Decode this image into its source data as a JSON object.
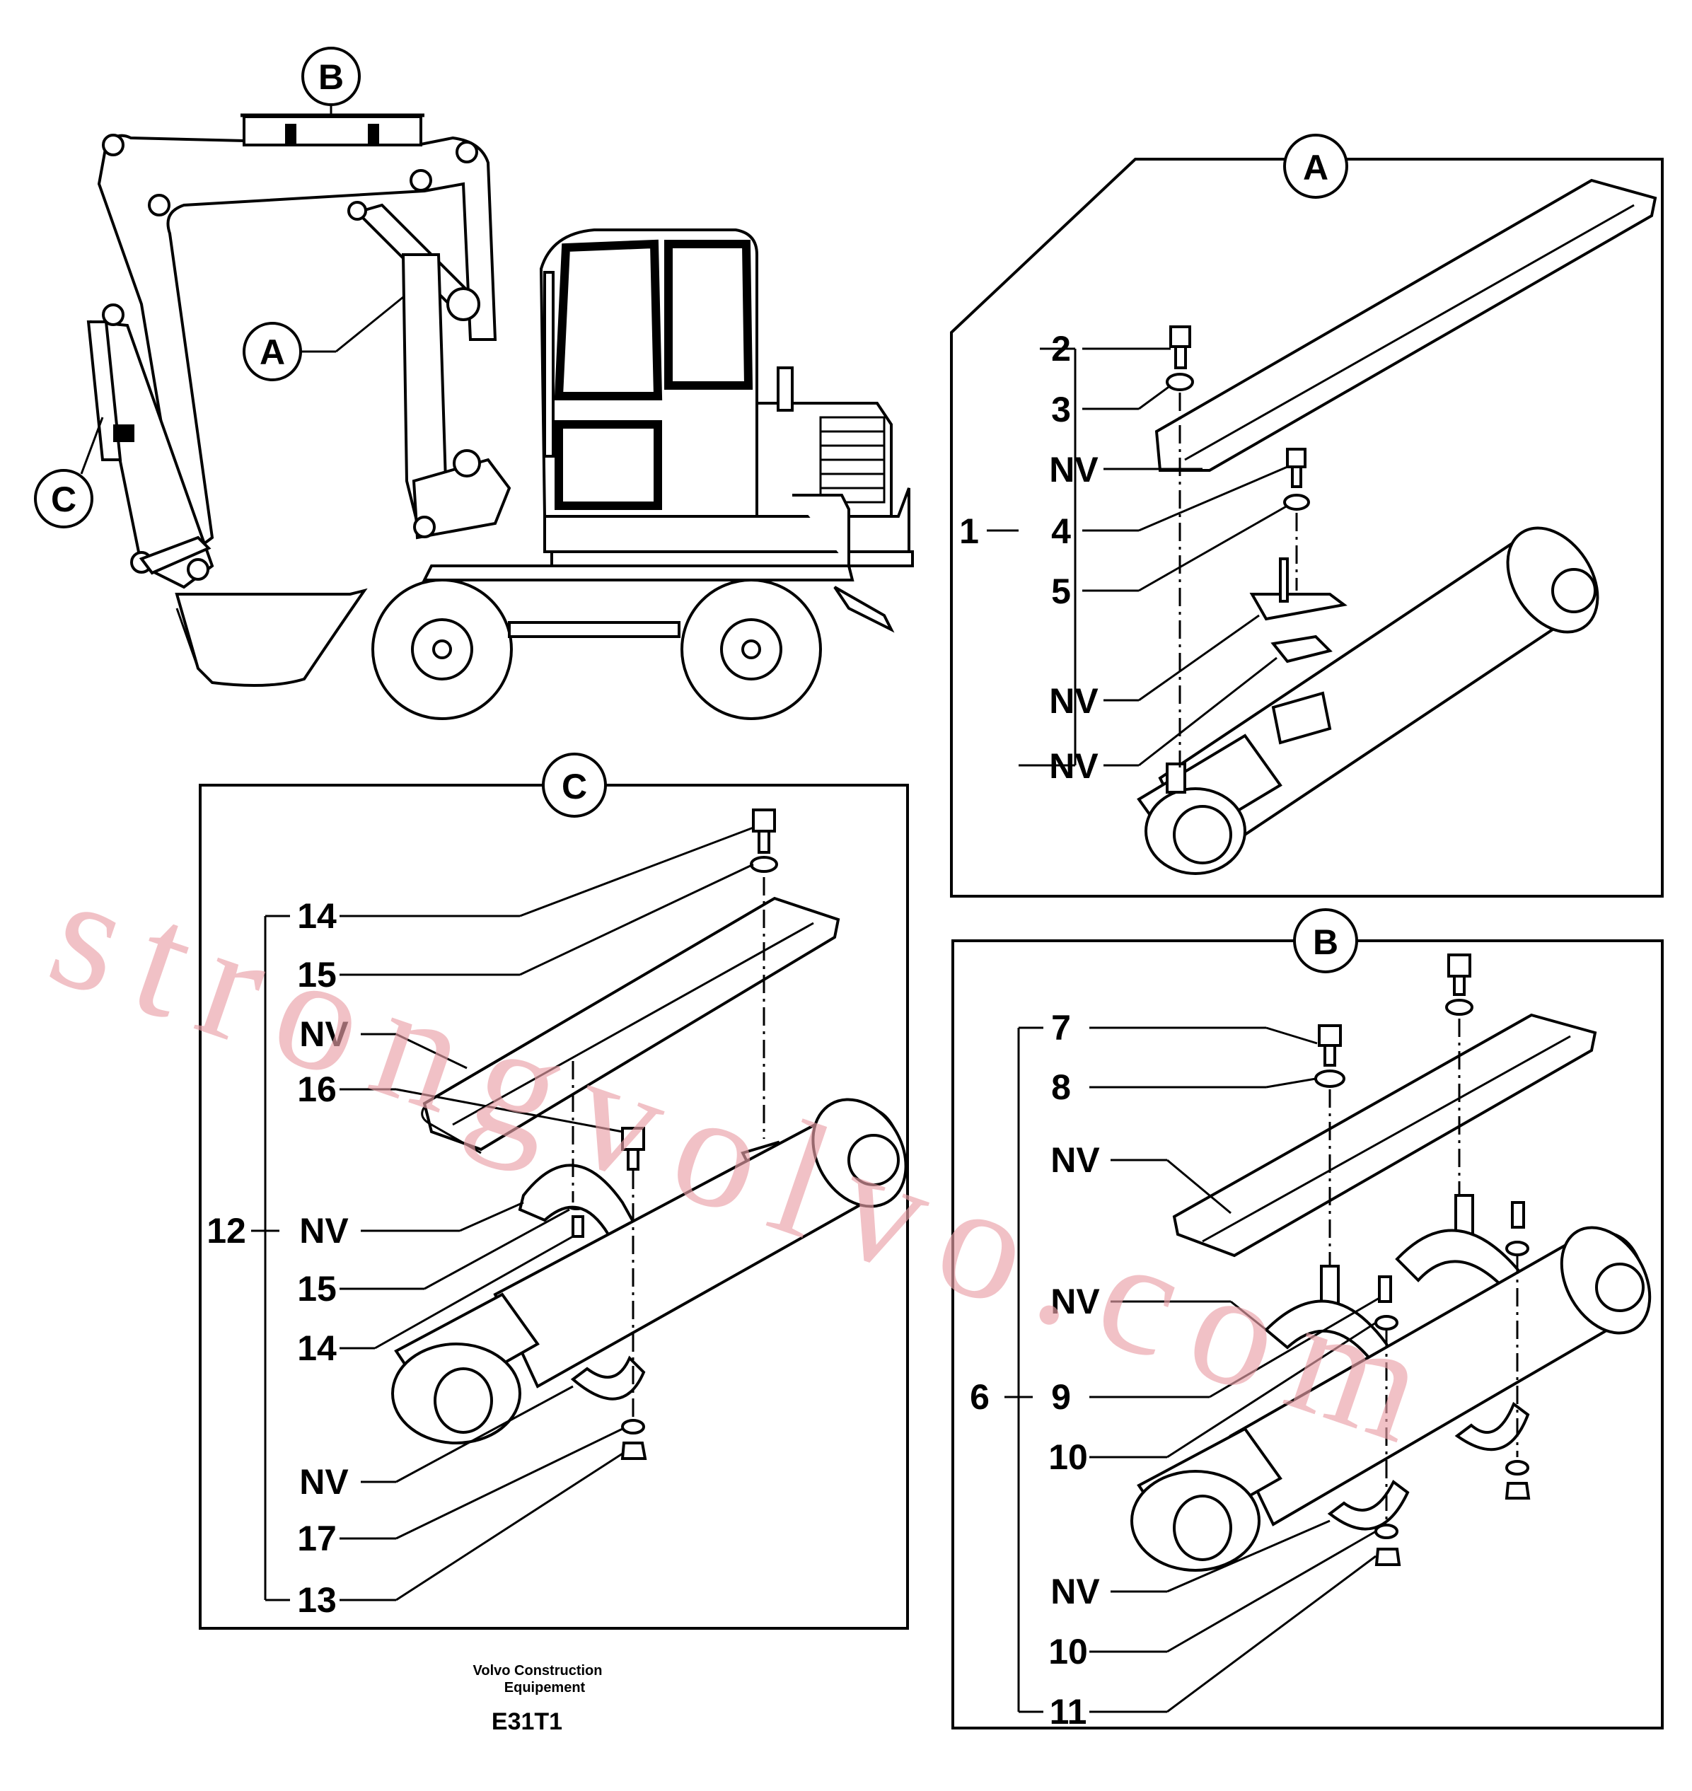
{
  "callouts": {
    "A": "A",
    "B": "B",
    "C": "C"
  },
  "panel_a": {
    "title": "A",
    "group_label": "1",
    "items": [
      "2",
      "3",
      "NV",
      "4",
      "5",
      "NV",
      "NV"
    ]
  },
  "panel_b": {
    "title": "B",
    "group_label": "6",
    "items": [
      "7",
      "8",
      "NV",
      "NV",
      "9",
      "10",
      "NV",
      "10",
      "11"
    ]
  },
  "panel_c": {
    "title": "C",
    "group_label": "12",
    "items": [
      "14",
      "15",
      "NV",
      "16",
      "NV",
      "15",
      "14",
      "NV",
      "17",
      "13"
    ]
  },
  "footer": {
    "company_line1": "Volvo Construction",
    "company_line2": "Equipement",
    "drawing_code": "E31T1"
  },
  "watermark": "strongvolvo.com"
}
